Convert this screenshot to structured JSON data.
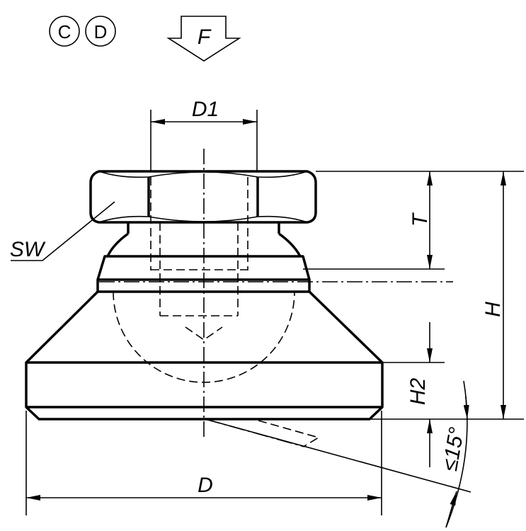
{
  "symbols": {
    "c_label": "C",
    "d_label": "D",
    "force_label": "F"
  },
  "dimensions": {
    "d1": "D1",
    "t": "T",
    "h": "H",
    "h2": "H2",
    "d": "D",
    "sw": "SW",
    "angle": "≤15°"
  }
}
